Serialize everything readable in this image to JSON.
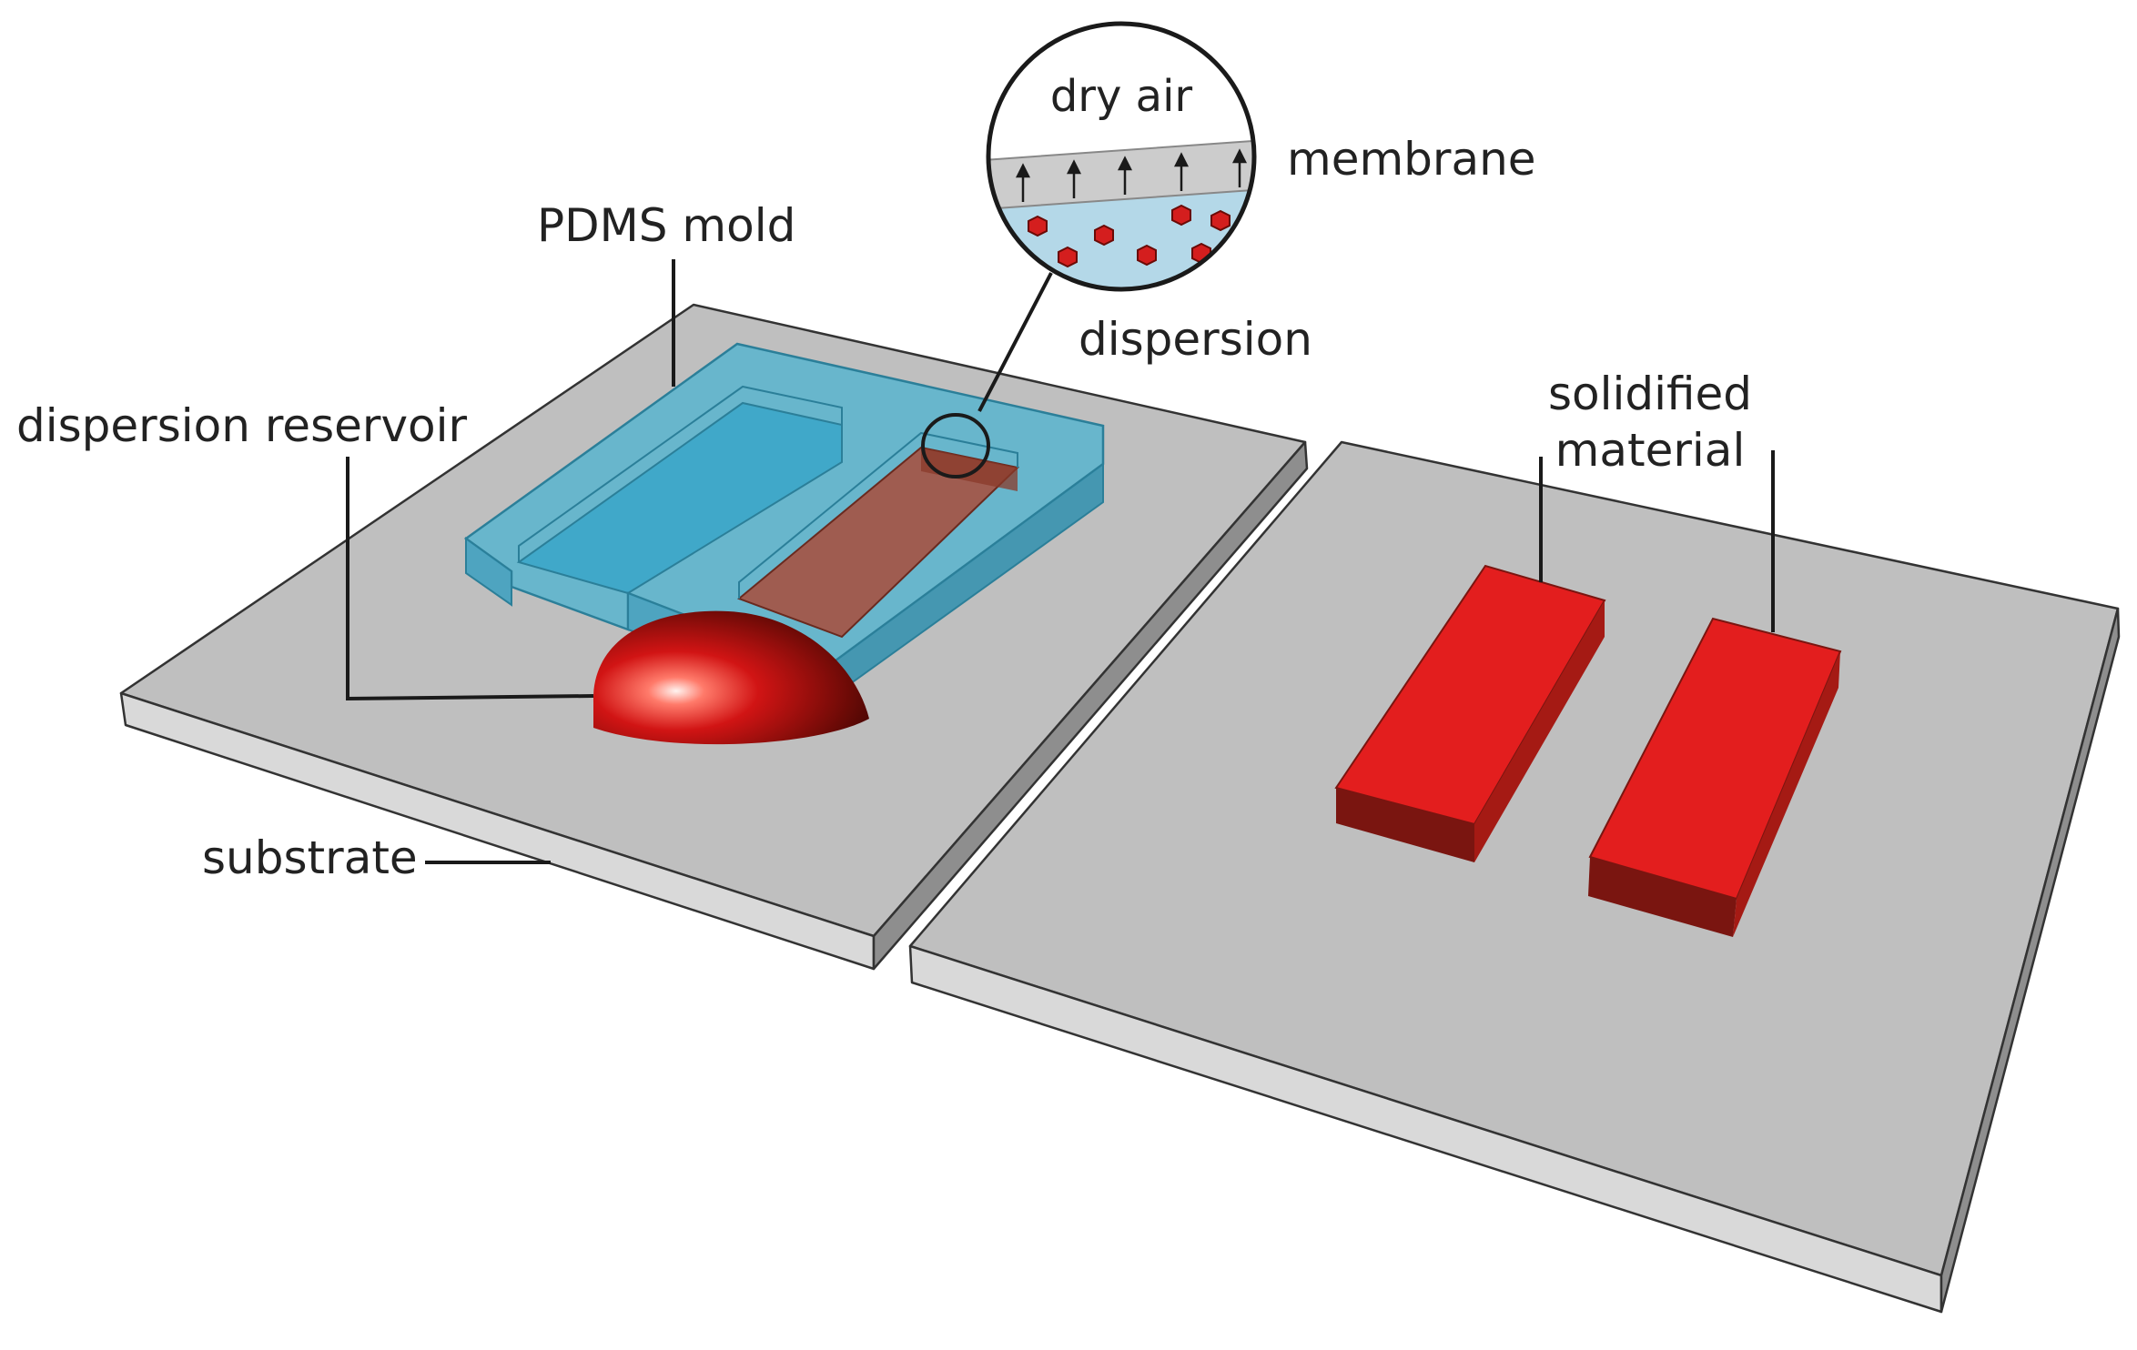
{
  "labels": {
    "pdms_mold": "PDMS mold",
    "dispersion_reservoir": "dispersion reservoir",
    "substrate": "substrate",
    "solidified_line1": "solidified",
    "solidified_line2": "material"
  },
  "inset": {
    "dry_air": "dry air",
    "membrane": "membrane",
    "dispersion": "dispersion"
  },
  "colors": {
    "substrate_top": "#bfbfbf",
    "substrate_front": "#d9d9d9",
    "substrate_side": "#8e8e8e",
    "mold": "#4fb3d0",
    "dispersion_fill": "#a94c3a",
    "red_material": "#e31e1e",
    "red_dark": "#7a1510",
    "inset_dispersion": "#b4d8e8",
    "inset_membrane": "#cccccc",
    "particle": "#d41e1e"
  }
}
